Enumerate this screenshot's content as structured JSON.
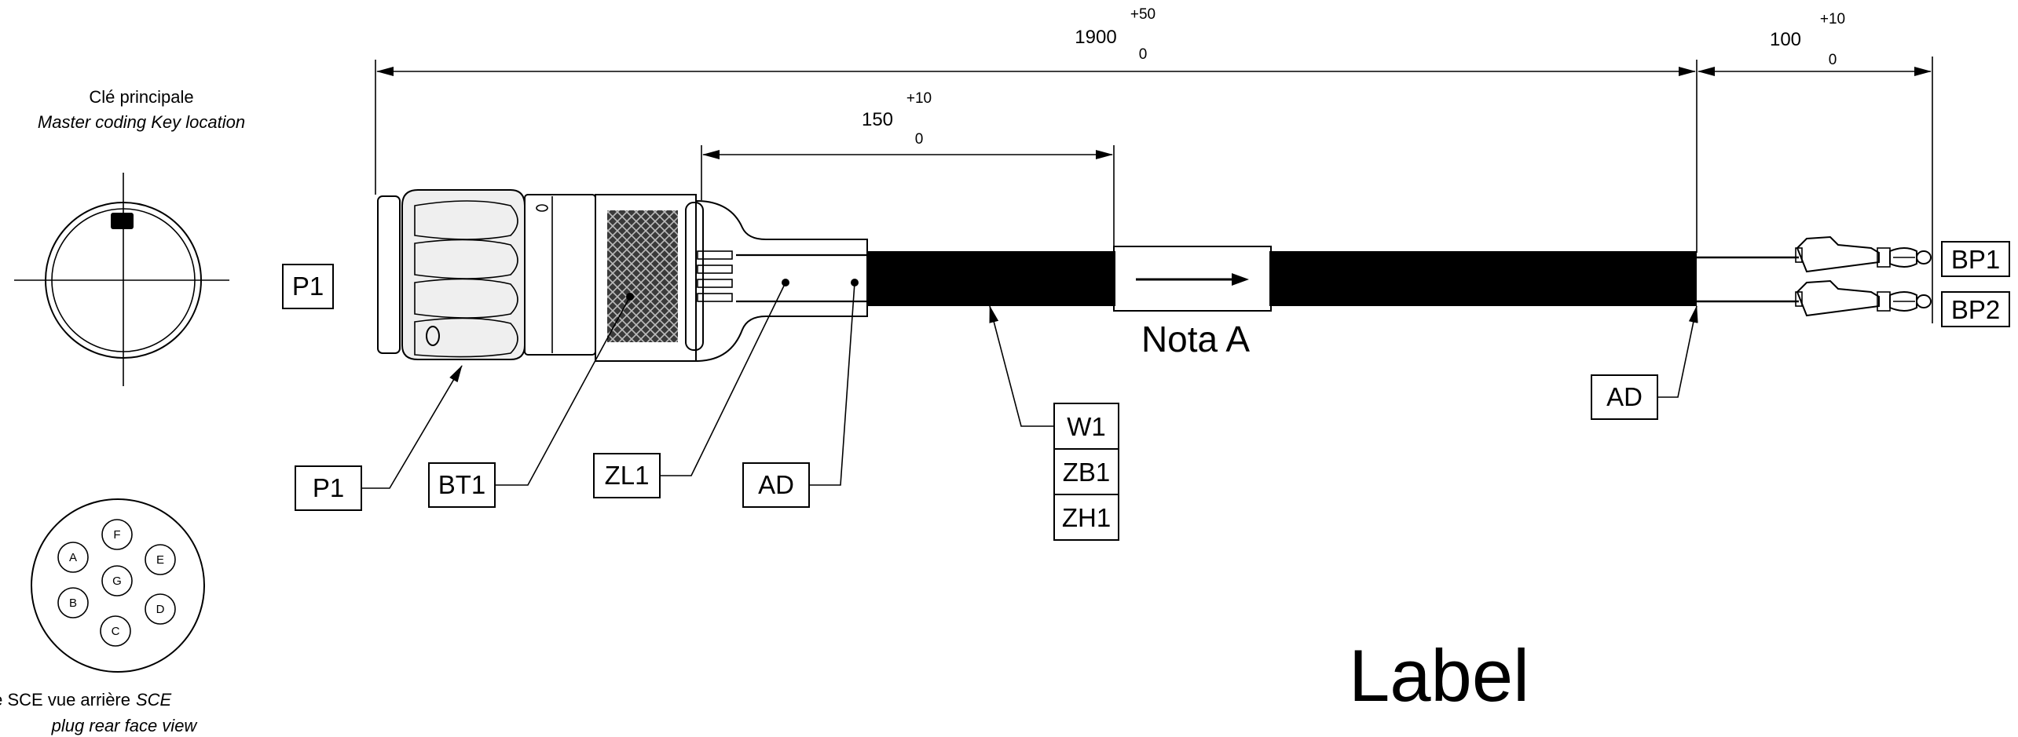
{
  "key_view": {
    "title_fr": "Clé principale",
    "title_en": "Master coding Key location"
  },
  "rear_view": {
    "caption_fr": "Fiche SCE vue arrière",
    "caption_en_1": "SCE",
    "caption_en_2": "plug rear face view",
    "pins": [
      "A",
      "B",
      "C",
      "D",
      "E",
      "F",
      "G"
    ]
  },
  "dimensions": {
    "overall": {
      "value": "1900",
      "tol_plus": "+50",
      "tol_minus": "0"
    },
    "lead": {
      "value": "100",
      "tol_plus": "+10",
      "tol_minus": "0"
    },
    "sleeve": {
      "value": "150",
      "tol_plus": "+10",
      "tol_minus": "0"
    }
  },
  "callouts": {
    "p1_side": "P1",
    "p1": "P1",
    "bt1": "BT1",
    "zl1": "ZL1",
    "ad_left": "AD",
    "w1": "W1",
    "zb1": "ZB1",
    "zh1": "ZH1",
    "ad_right": "AD",
    "bp1": "BP1",
    "bp2": "BP2"
  },
  "note": "Nota A",
  "label_text": "Label",
  "colors": {
    "line": "#000000",
    "fill_light": "#cfcfcf",
    "fill_body": "#e9e9e9",
    "cable": "#000000"
  }
}
